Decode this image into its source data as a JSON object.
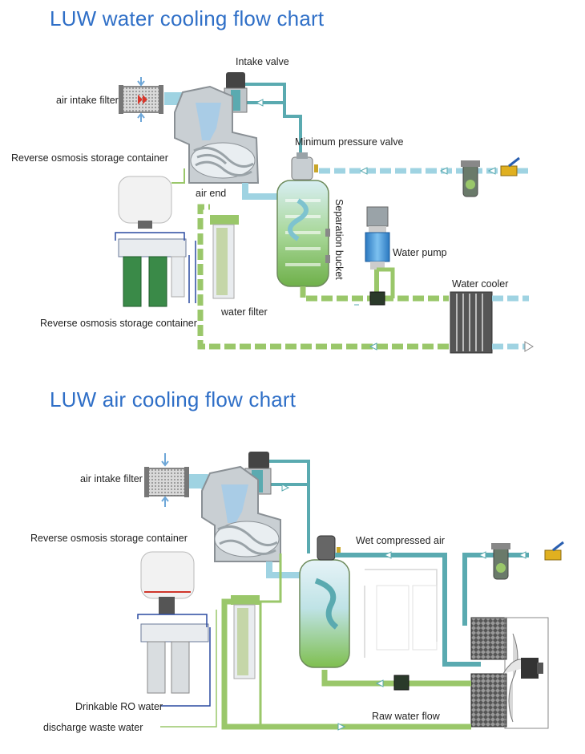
{
  "water_chart": {
    "title": "LUW water cooling flow chart",
    "labels": {
      "intake_valve": "Intake valve",
      "air_intake_filter": "air intake filter",
      "ro_container_top": "Reverse osmosis storage container",
      "minimum_pressure_valve": "Minimum pressure valve",
      "air_end": "air end",
      "separation_bucket": "Separation bucket",
      "water_pump": "Water pump",
      "water_filter": "water filter",
      "water_cooler": "Water cooler",
      "ro_container_bottom": "Reverse osmosis storage container"
    }
  },
  "air_chart": {
    "title": "LUW air cooling flow chart",
    "labels": {
      "air_intake_filter": "air intake filter",
      "ro_container": "Reverse osmosis storage container",
      "wet_compressed_air": "Wet compressed air",
      "drinkable_ro_water": "Drinkable RO water",
      "discharge_waste_water": "discharge waste water",
      "raw_water_flow": "Raw water flow"
    }
  },
  "colors": {
    "title_blue": "#2f6fc7",
    "air_pipe": "#9fd3e2",
    "water_pipe": "#9ac76a",
    "teal_pipe": "#5aaab0",
    "arrow": "#ffffff"
  }
}
